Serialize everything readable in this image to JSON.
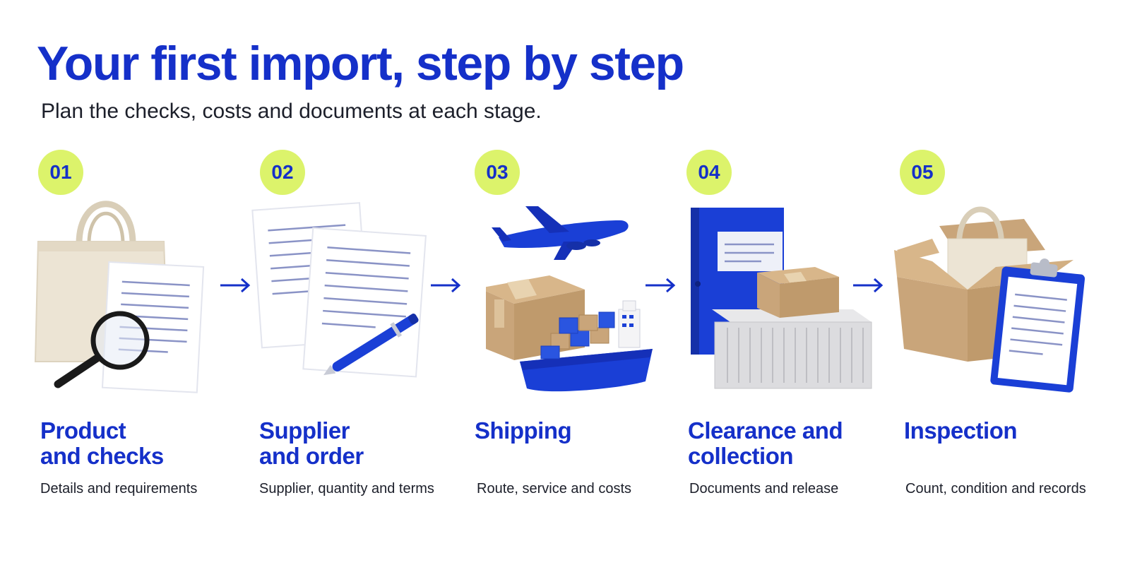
{
  "header": {
    "title": "Your first import, step by step",
    "subtitle": "Plan the checks, costs and documents at each stage."
  },
  "colors": {
    "accent": "#1530c9",
    "badge": "#dcf36b",
    "cardboard": "#c9a57a",
    "canvas": "#ece4d4"
  },
  "steps": [
    {
      "number": "01",
      "title": "Product\nand checks",
      "description": "Details and requirements",
      "icon": "tote-bag-document-magnifier-icon"
    },
    {
      "number": "02",
      "title": "Supplier\nand order",
      "description": "Supplier, quantity and terms",
      "icon": "documents-pen-icon"
    },
    {
      "number": "03",
      "title": "Shipping",
      "description": "Route, service and costs",
      "icon": "plane-box-ship-icon"
    },
    {
      "number": "04",
      "title": "Clearance and\ncollection",
      "description": "Documents and release",
      "icon": "binder-box-counter-icon"
    },
    {
      "number": "05",
      "title": "Inspection",
      "description": "Count, condition and records",
      "icon": "open-box-clipboard-icon"
    }
  ]
}
